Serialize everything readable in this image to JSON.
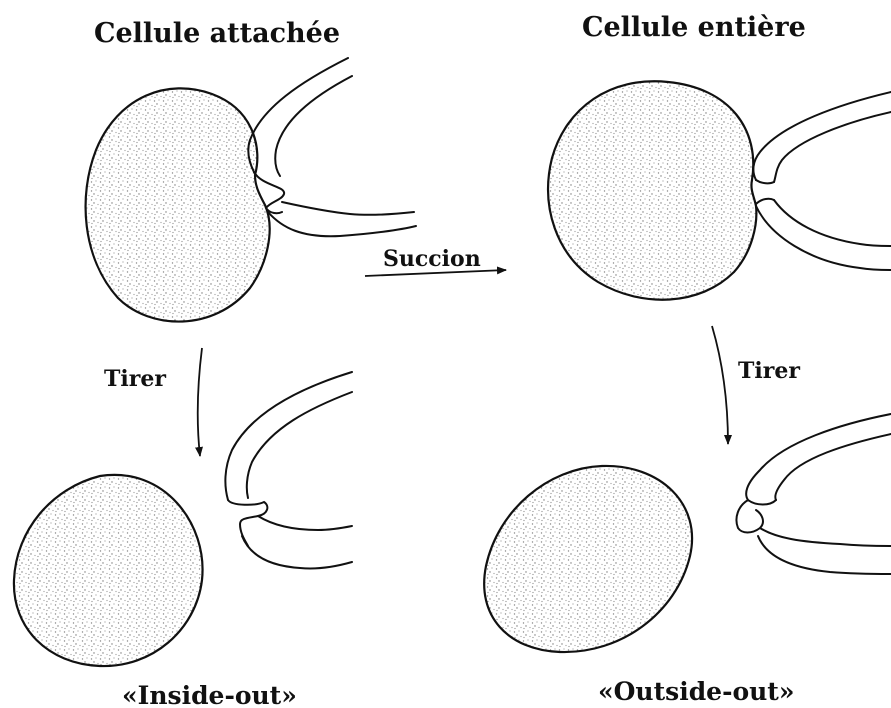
{
  "figure": {
    "title_top_left": "Cellule attachée",
    "title_top_right": "Cellule entière",
    "arrow_center_label": "Succion",
    "arrow_left_label": "Tirer",
    "arrow_right_label": "Tirer",
    "caption_bottom_left": "«Inside-out»",
    "caption_bottom_right": "«Outside-out»"
  }
}
